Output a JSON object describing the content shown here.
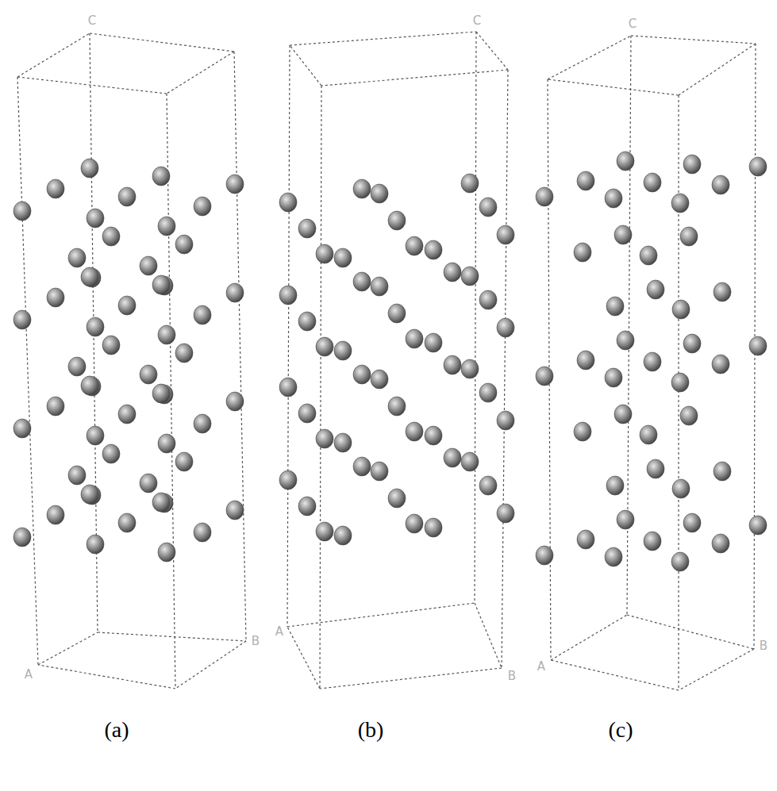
{
  "diagram": {
    "labels": [
      "C",
      "A",
      "B",
      "(a)",
      "C",
      "A",
      "B",
      "(b)",
      "C",
      "A",
      "B",
      "(c)"
    ]
  }
}
